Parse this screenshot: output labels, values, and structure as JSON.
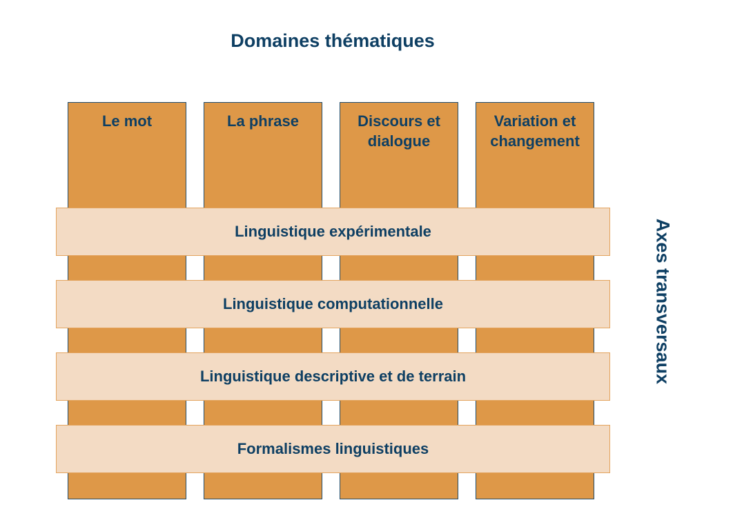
{
  "title": "Domaines thématiques",
  "side_label": "Axes transversaux",
  "columns": [
    {
      "line1": "Le mot",
      "line2": ""
    },
    {
      "line1": "La phrase",
      "line2": ""
    },
    {
      "line1": "Discours et",
      "line2": "dialogue"
    },
    {
      "line1": "Variation et",
      "line2": "changement"
    }
  ],
  "bars": [
    "Linguistique expérimentale",
    "Linguistique computationnelle",
    "Linguistique descriptive et de terrain",
    "Formalismes linguistiques"
  ],
  "colors": {
    "column": "#de9848",
    "bar": "#f3dbc4",
    "text": "#0e3f63"
  }
}
